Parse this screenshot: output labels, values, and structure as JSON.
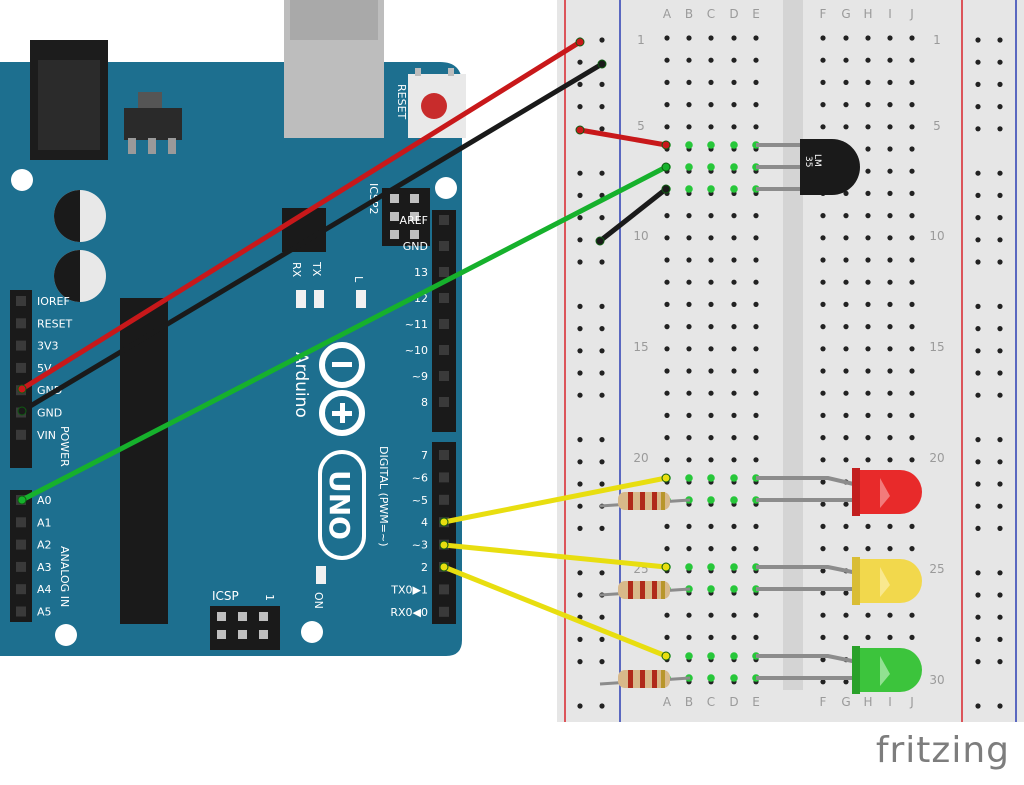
{
  "watermark": "fritzing",
  "colors": {
    "board": "#1d6f8f",
    "board_dark": "#145a75",
    "breadboard": "#e6e6e6",
    "rail_red": "#d9232c",
    "rail_blue": "#2c3fb3",
    "wire_red": "#c8181a",
    "wire_black": "#1a1a1a",
    "wire_green": "#16b12c",
    "wire_yellow": "#e8de10",
    "led_red": "#e82a2a",
    "led_yellow": "#f2d84c",
    "led_green": "#3cc43c"
  },
  "arduino": {
    "model": "UNO",
    "brand": "Arduino",
    "reset_label": "RESET",
    "icsp2_label": "ICSP2",
    "icsp_label": "ICSP",
    "icsp_pin1": "1",
    "l_label": "L",
    "tx_label": "TX",
    "rx_label": "RX",
    "on_label": "ON",
    "power_label": "POWER",
    "analog_label": "ANALOG IN",
    "digital_label": "DIGITAL (PWM=~)",
    "power_pins": [
      "IOREF",
      "RESET",
      "3V3",
      "5V",
      "GND",
      "GND",
      "VIN"
    ],
    "analog_pins": [
      "A0",
      "A1",
      "A2",
      "A3",
      "A4",
      "A5"
    ],
    "digital_top": [
      "AREF",
      "GND",
      "13",
      "12",
      "~11",
      "~10",
      "~9",
      "8"
    ],
    "digital_bottom": [
      "7",
      "~6",
      "~5",
      "4",
      "~3",
      "2",
      "TX0▶1",
      "RX0◀0"
    ]
  },
  "breadboard": {
    "columns_left": [
      "A",
      "B",
      "C",
      "D",
      "E"
    ],
    "columns_right": [
      "F",
      "G",
      "H",
      "I",
      "J"
    ],
    "row_labels": [
      "1",
      "5",
      "10",
      "15",
      "20",
      "25",
      "30"
    ]
  },
  "sensor_label_line1": "LM",
  "sensor_label_line2": "35"
}
